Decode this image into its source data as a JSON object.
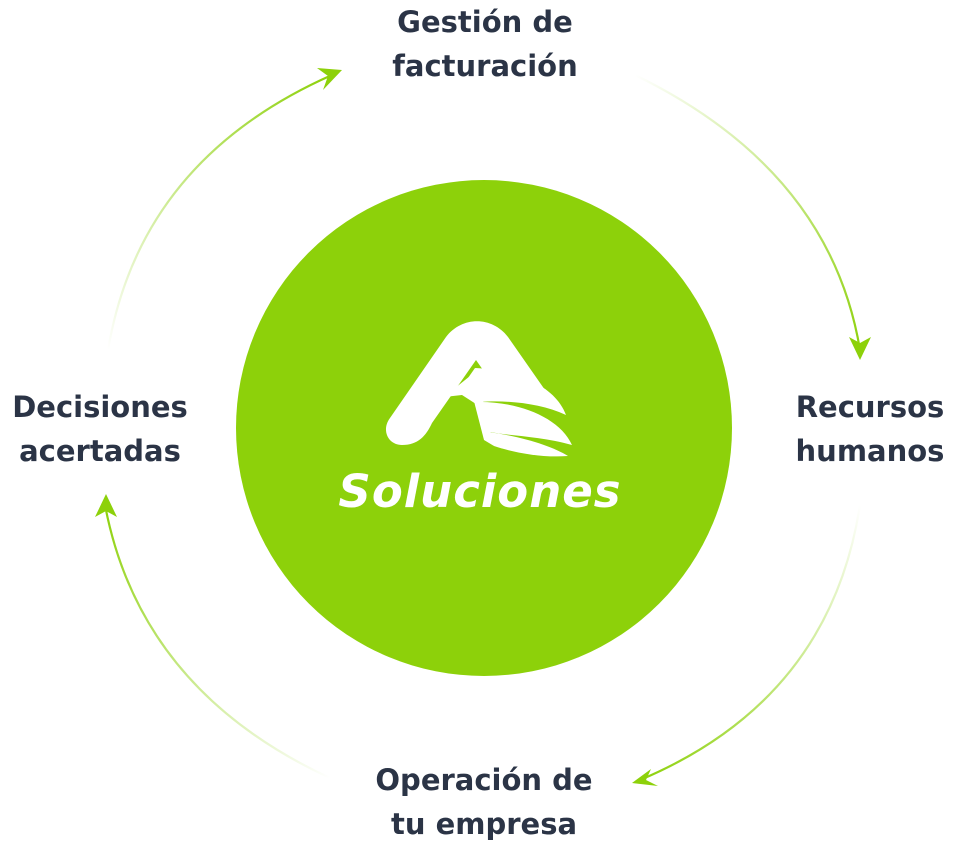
{
  "center": {
    "logo_icon": "leaf-a-logo-icon",
    "brand_text": "Soluciones",
    "circle_color": "#8dd10a"
  },
  "cycle": {
    "top": {
      "line1": "Gestión de",
      "line2": "facturación"
    },
    "right": {
      "line1": "Recursos",
      "line2": "humanos"
    },
    "bottom": {
      "line1": "Operación de",
      "line2": "tu empresa"
    },
    "left": {
      "line1": "Decisiones",
      "line2": "acertadas"
    }
  },
  "colors": {
    "label_text": "#2b3446",
    "arrow": "#8dd10a"
  },
  "arrow_icon": "arrowhead-icon"
}
